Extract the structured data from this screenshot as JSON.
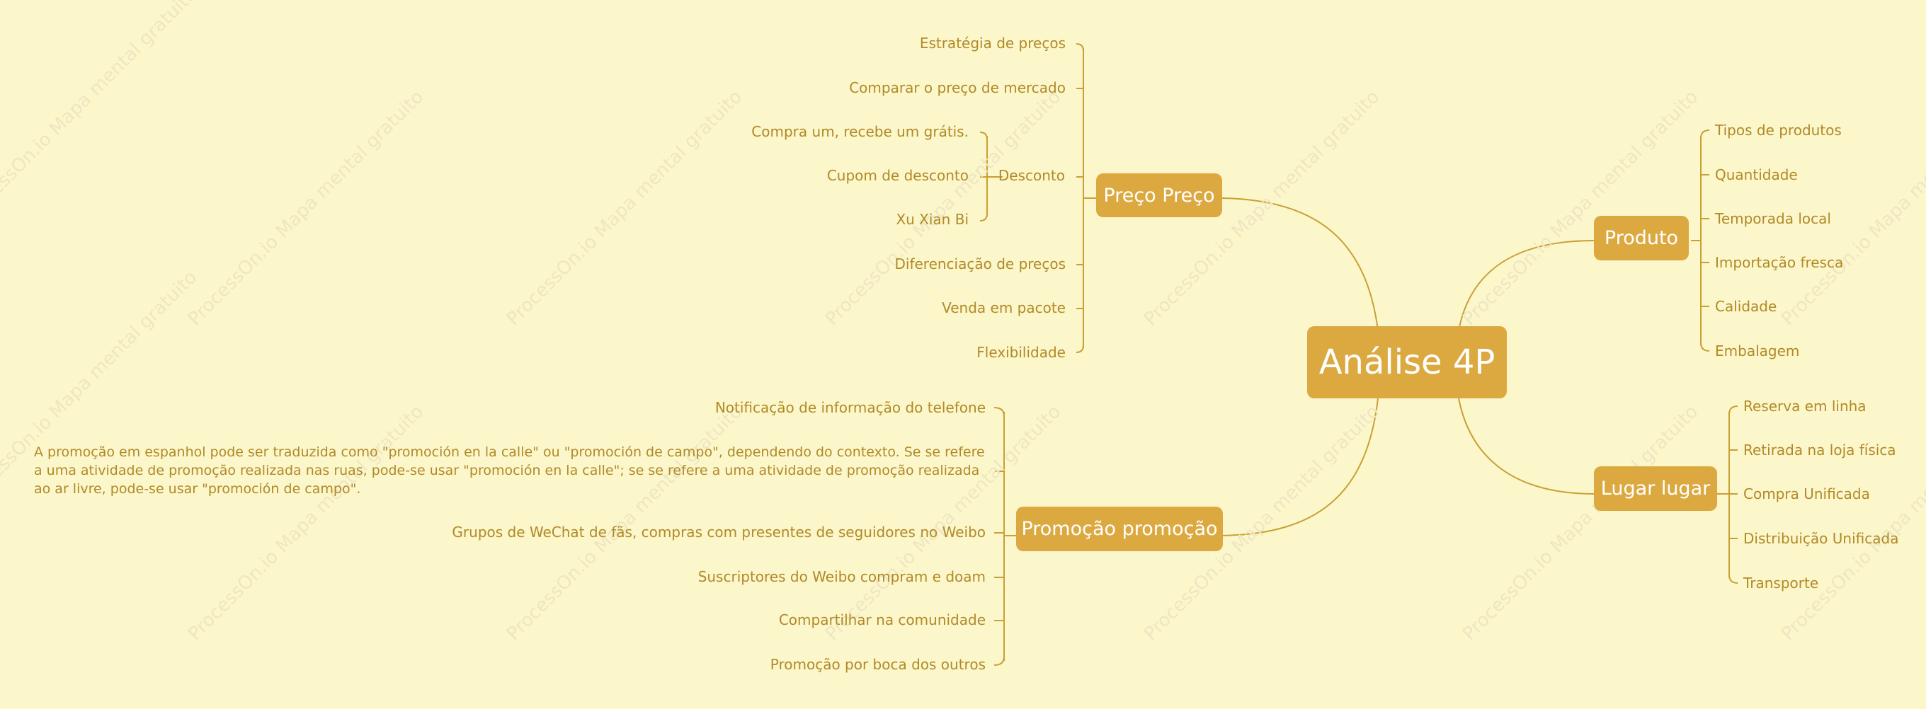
{
  "colors": {
    "background": "#fcf6cb",
    "node_fill": "#dca941",
    "node_text": "#ffffff",
    "leaf_text": "#b08a26",
    "line": "#c9a034",
    "watermark": "#eee6c2"
  },
  "watermark": "ProcessOn.io Mapa mental gratuito",
  "root": "Análise 4P",
  "price": {
    "label": "Preço Preço",
    "items": [
      "Estratégia de preços",
      "Comparar o preço de mercado",
      "Diferenciação de preços",
      "Venda em pacote",
      "Flexibilidade"
    ],
    "discount": {
      "label": "Desconto",
      "items": [
        "Compra um, recebe um grátis.",
        "Cupom de desconto",
        "Xu Xian Bi"
      ]
    }
  },
  "product": {
    "label": "Produto",
    "items": [
      "Tipos de produtos",
      "Quantidade",
      "Temporada local",
      "Importação fresca",
      "Calidade",
      "Embalagem"
    ]
  },
  "place": {
    "label": "Lugar lugar",
    "items": [
      "Reserva em linha",
      "Retirada na loja física",
      "Compra Unificada",
      "Distribuição Unificada",
      "Transporte"
    ]
  },
  "promotion": {
    "label": "Promoção promoção",
    "items": [
      "Notificação de informação do telefone",
      "A promoção em espanhol pode ser traduzida como \"promoción en la calle\" ou \"promoción de campo\", dependendo do contexto. Se se refere a uma atividade de promoção realizada nas ruas, pode-se usar \"promoción en la calle\"; se se refere a uma atividade de promoção realizada ao ar livre, pode-se usar \"promoción de campo\".",
      "Grupos de WeChat de fãs, compras com presentes de seguidores no Weibo",
      "Suscriptores do Weibo compram e doam",
      "Compartilhar na comunidade",
      "Promoção por boca dos outros"
    ]
  }
}
